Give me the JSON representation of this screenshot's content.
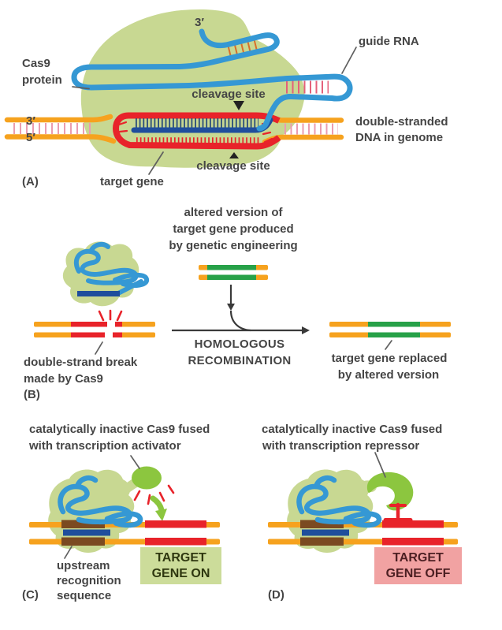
{
  "figure": {
    "panels": {
      "a": {
        "tag": "(A)",
        "labels": {
          "three_prime_top": "3′",
          "guide_rna": "guide RNA",
          "cas9_line1": "Cas9",
          "cas9_line2": "protein",
          "cleavage_top": "cleavage site",
          "cleavage_bottom": "cleavage site",
          "three_prime_left": "3′",
          "five_prime_left": "5′",
          "ds_dna_line1": "double-stranded",
          "ds_dna_line2": "DNA in genome",
          "target_gene": "target gene"
        }
      },
      "b": {
        "tag": "(B)",
        "labels": {
          "altered_line1": "altered version of",
          "altered_line2": "target gene produced",
          "altered_line3": "by genetic engineering",
          "process_line1": "HOMOLOGOUS",
          "process_line2": "RECOMBINATION",
          "break_line1": "double-strand break",
          "break_line2": "made by Cas9",
          "replaced_line1": "target gene replaced",
          "replaced_line2": "by altered version"
        }
      },
      "c": {
        "tag": "(C)",
        "labels": {
          "caption_line1": "catalytically inactive Cas9 fused",
          "caption_line2": "with transcription activator",
          "upstream_line1": "upstream",
          "upstream_line2": "recognition",
          "upstream_line3": "sequence",
          "badge_line1": "TARGET",
          "badge_line2": "GENE ON"
        }
      },
      "d": {
        "tag": "(D)",
        "labels": {
          "caption_line1": "catalytically inactive Cas9 fused",
          "caption_line2": "with transcription repressor",
          "badge_line1": "TARGET",
          "badge_line2": "GENE OFF"
        }
      }
    },
    "colors": {
      "cas9_blob_green": "#c8d892",
      "rna_blue": "#3598d4",
      "dna_orange": "#f6a21e",
      "gene_red": "#e8232a",
      "hybrid_dark_blue": "#1f4e9c",
      "effector_green": "#8cc63f",
      "altered_gene_green": "#27a148",
      "upstream_brown": "#7b4a21",
      "on_badge_bg": "#ccdc9a",
      "off_badge_bg": "#f1a2a2",
      "label_text": "#454545"
    }
  }
}
